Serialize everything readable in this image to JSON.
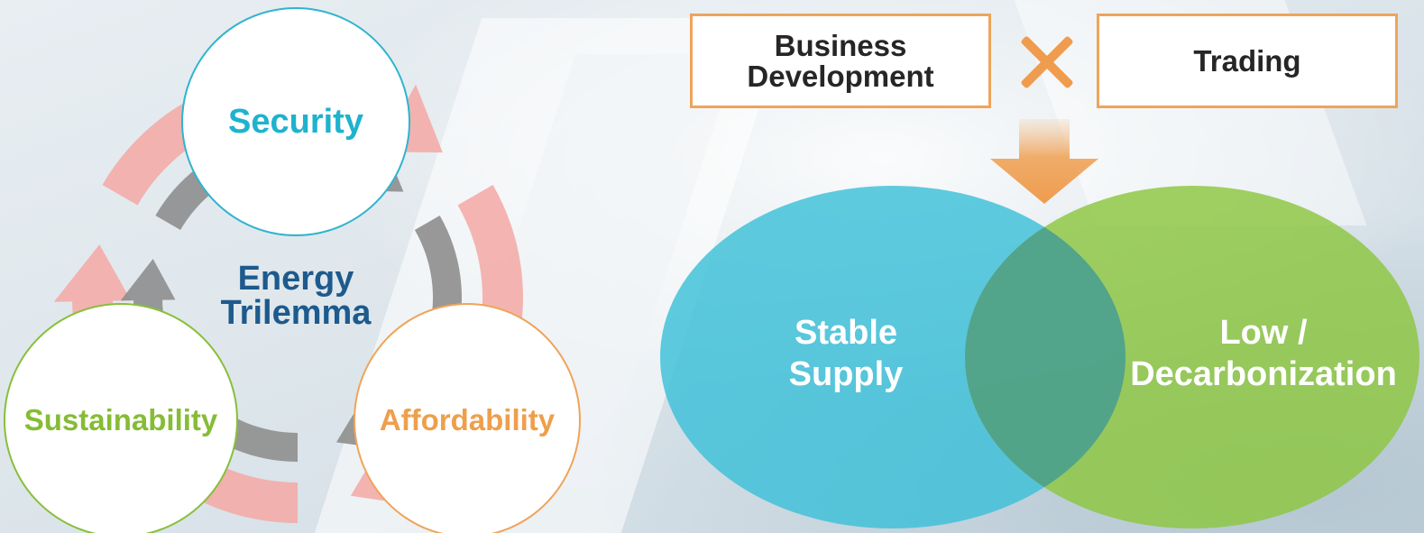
{
  "trilemma": {
    "center_lines": [
      "Energy",
      "Trilemma"
    ],
    "security": "Security",
    "sustainability": "Sustainability",
    "affordability": "Affordability"
  },
  "top_boxes": {
    "business_development_lines": [
      "Business",
      "Development"
    ],
    "trading": "Trading"
  },
  "venn": {
    "stable_supply_lines": [
      "Stable",
      "Supply"
    ],
    "low_decarb_lines": [
      "Low /",
      "Decarbonization"
    ]
  },
  "colors": {
    "security": "#1fb2ce",
    "sustainability": "#86bc36",
    "affordability": "#ee9f4c",
    "center_text": "#1d5a8d",
    "box_border": "#efa45a",
    "venn_blue": "#3cc0d8",
    "venn_green": "#8cc63f",
    "cycle_red": "#f3a8a4",
    "cycle_gray": "#8e8e8e"
  },
  "icons": {
    "multiply": "multiply-icon",
    "arrow": "arrow-down-icon",
    "cycle": "cycle-arrows-icon"
  }
}
